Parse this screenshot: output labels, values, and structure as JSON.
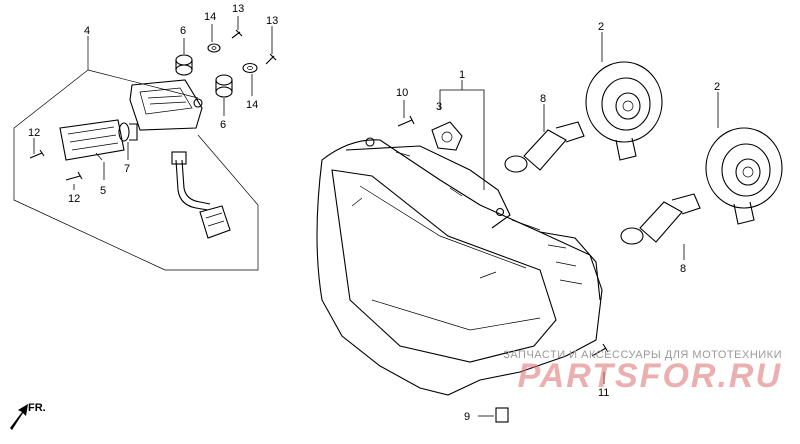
{
  "callouts": {
    "c1": "1",
    "c2a": "2",
    "c2b": "2",
    "c3": "3",
    "c4": "4",
    "c5": "5",
    "c6a": "6",
    "c6b": "6",
    "c7": "7",
    "c8a": "8",
    "c8b": "8",
    "c9": "9",
    "c10": "10",
    "c11": "11",
    "c12a": "12",
    "c12b": "12",
    "c13a": "13",
    "c13b": "13",
    "c14a": "14",
    "c14b": "14"
  },
  "direction_label": "FR.",
  "watermark": {
    "caption": "ЗАПЧАСТИ И АКСЕССУАРЫ ДЛЯ МОТОТЕХНИКИ",
    "logo": "PARTSFOR.RU"
  }
}
